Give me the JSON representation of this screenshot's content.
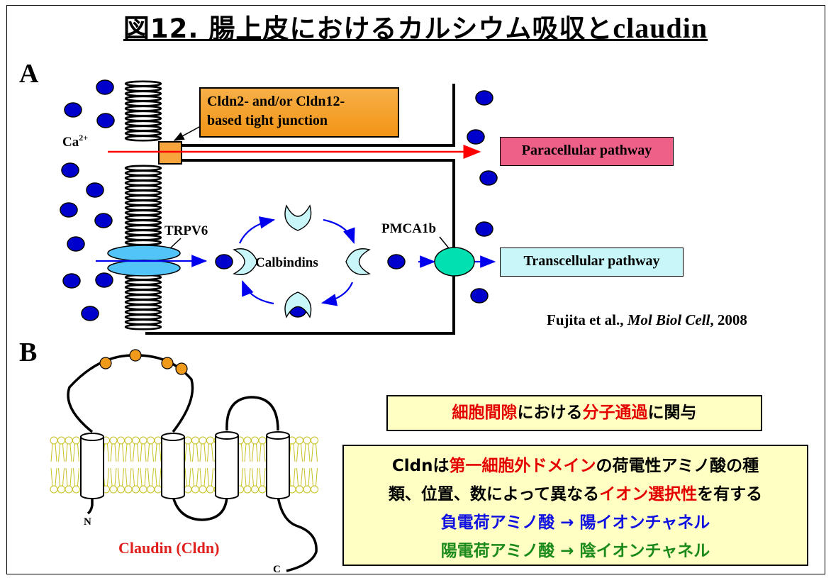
{
  "title": {
    "jp": "図12. 腸上皮におけるカルシウム吸収と",
    "en": "claudin"
  },
  "panelA": {
    "letter": "A",
    "ca_label": "Ca",
    "ca_superscript": "2+",
    "tj_box": {
      "line1": "Cldn2- and/or Cldn12-",
      "line2": "based tight junction"
    },
    "paracellular": "Paracellular pathway",
    "transcellular": "Transcellular pathway",
    "trpv6": "TRPV6",
    "pmca": "PMCA1b",
    "calbindins": "Calbindins",
    "citation": {
      "authors": "Fujita et al., ",
      "journal": "Mol Biol Cell",
      "year": ", 2008"
    },
    "colors": {
      "ion": "#0000cc",
      "paracellular_arrow": "#ff0000",
      "transcellular_arrow": "#0000ee",
      "tj": "#f7a43c",
      "pmca": "#00e0b0",
      "trpv6": "#52c4f8"
    }
  },
  "panelB": {
    "letter": "B",
    "n_label": "N",
    "c_label": "C",
    "claudin_label": "Claudin (Cldn)",
    "role": {
      "p1": "細胞間隙",
      "p2": "における",
      "p3": "分子通過",
      "p4": "に関与"
    },
    "selectivity": {
      "l1a": "Cldnは",
      "l1b": "第一細胞外ドメイン",
      "l1c": "の荷電性アミノ酸の種",
      "l2a": "類、位置、数によって異なる",
      "l2b": "イオン選択性",
      "l2c": "を有する",
      "l3": "負電荷アミノ酸 → 陽イオンチャネル",
      "l4": "陽電荷アミノ酸 → 陰イオンチャネル"
    },
    "colors": {
      "charged_residue": "#f09a1c",
      "membrane": "#c8c020",
      "label_red": "#e0201c"
    }
  }
}
